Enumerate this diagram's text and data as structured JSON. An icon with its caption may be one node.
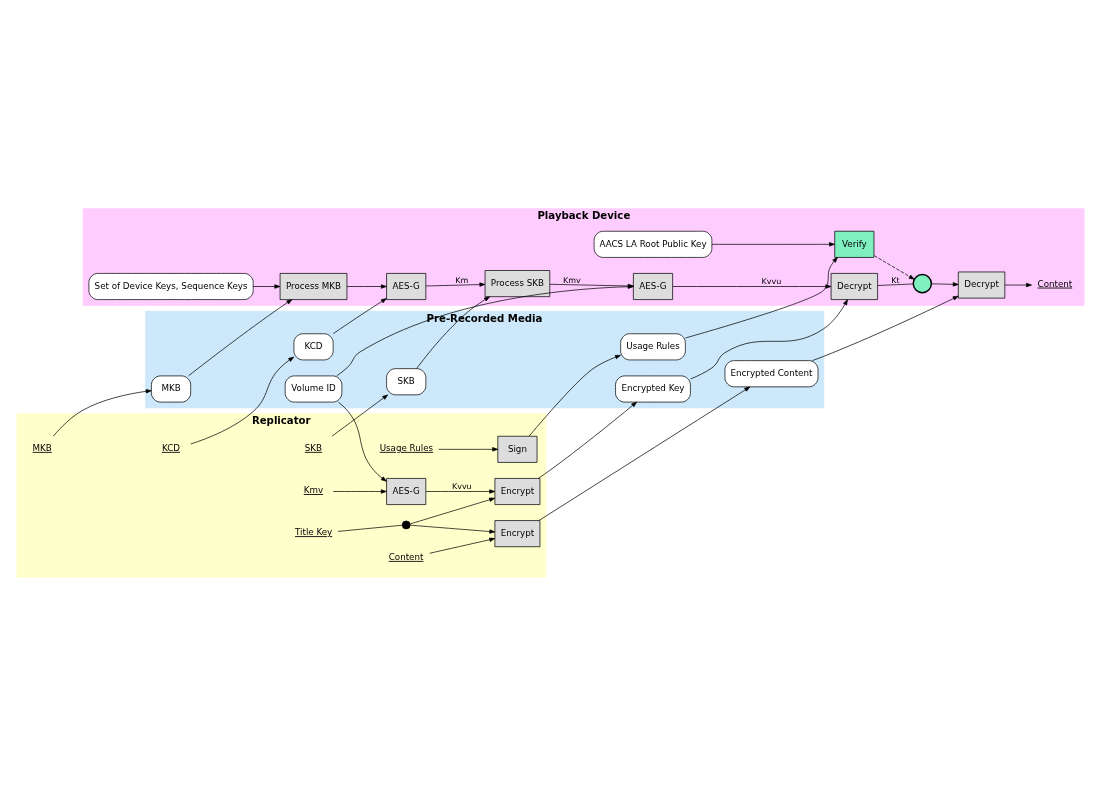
{
  "diagram": {
    "nodes": [
      {
        "text": [
          "Replicator"
        ]
      },
      {
        "text": [
          "Pre-Recorded Media"
        ]
      },
      {
        "text": [
          "Playback Device"
        ]
      },
      {
        "text": [
          "MKB"
        ],
        "in": 0
      },
      {
        "text": [
          "KCD"
        ],
        "in": 0
      },
      {
        "text": [
          "SKB"
        ],
        "in": 0
      },
      {
        "text": [
          "Kmv"
        ],
        "in": 0
      },
      {
        "text": [
          "Title Key"
        ],
        "in": 0
      },
      {
        "text": [
          "Usage Rules"
        ],
        "in": 0
      },
      {
        "text": [
          "Content"
        ],
        "in": 0
      },
      {
        "text": [
          "AES-G"
        ],
        "in": 0
      },
      {
        "text": [
          "Encrypt"
        ],
        "in": 0
      },
      {
        "text": [
          "Sign"
        ],
        "in": 0
      },
      {
        "text": [
          "Encrypt"
        ],
        "in": 0
      },
      {
        "text": [],
        "shape": "circle",
        "in": 0
      },
      {
        "text": [
          "MKB"
        ],
        "in": 1
      },
      {
        "text": [
          "KCD"
        ],
        "in": 1
      },
      {
        "text": [
          "SKB"
        ],
        "in": 1
      },
      {
        "text": [
          "Volume ID"
        ],
        "in": 1
      },
      {
        "text": [
          "Encrypted Key"
        ],
        "in": 1
      },
      {
        "text": [
          "Usage Rules"
        ],
        "in": 1
      },
      {
        "text": [
          "Encrypted Content"
        ],
        "in": 1
      },
      {
        "text": [
          "Set of Device Keys, Sequence Keys"
        ],
        "in": 2
      },
      {
        "text": [
          "Process MKB"
        ],
        "in": 2
      },
      {
        "text": [
          "AES-G"
        ],
        "in": 2
      },
      {
        "text": [
          "Process SKB"
        ],
        "in": 2
      },
      {
        "text": [
          "AES-G"
        ],
        "in": 2
      },
      {
        "text": [
          "AACS LA Root Public Key"
        ],
        "in": 2
      },
      {
        "text": [
          "Decrypt"
        ],
        "in": 2
      },
      {
        "text": [
          "Verify"
        ],
        "in": 2
      },
      {
        "text": [],
        "shape": "circle",
        "in": 2
      },
      {
        "text": [
          "Decrypt"
        ],
        "in": 2
      },
      {
        "text": [
          "Content"
        ],
        "in": 2
      }
    ],
    "edges": [
      {
        "from": 3,
        "to": 15,
        "arrow": "to"
      },
      {
        "from": 15,
        "to": 23,
        "arrow": "to"
      },
      {
        "from": 4,
        "to": 16,
        "arrow": "to"
      },
      {
        "from": 16,
        "to": 24,
        "arrow": "to"
      },
      {
        "from": 5,
        "to": 17,
        "arrow": "to"
      },
      {
        "from": 17,
        "to": 25,
        "arrow": "to"
      },
      {
        "from": 22,
        "to": 23,
        "arrow": "to"
      },
      {
        "from": 23,
        "to": 24,
        "arrow": "to"
      },
      {
        "from": 24,
        "to": 25,
        "arrow": "to",
        "label": "Km"
      },
      {
        "from": 25,
        "to": 26,
        "arrow": "to",
        "label": "Kmv"
      },
      {
        "from": 6,
        "to": 10,
        "arrow": "to"
      },
      {
        "from": 18,
        "to": 10,
        "arrow": "to"
      },
      {
        "from": 18,
        "to": 26,
        "arrow": "to"
      },
      {
        "from": 10,
        "to": 11,
        "arrow": "to",
        "label": "Kvvu"
      },
      {
        "from": 26,
        "to": 28,
        "arrow": "to",
        "label": "Kvvu"
      },
      {
        "from": 7,
        "to": 14,
        "arrow": "none"
      },
      {
        "from": 14,
        "to": 11,
        "arrow": "to"
      },
      {
        "from": 14,
        "to": 13,
        "arrow": "to"
      },
      {
        "from": 11,
        "to": 19,
        "arrow": "to"
      },
      {
        "from": 19,
        "to": 28,
        "arrow": "to"
      },
      {
        "from": 8,
        "to": 12,
        "arrow": "to"
      },
      {
        "from": 12,
        "to": 20,
        "arrow": "to"
      },
      {
        "from": 20,
        "to": 29,
        "arrow": "to"
      },
      {
        "from": 27,
        "to": 29,
        "arrow": "to"
      },
      {
        "from": 28,
        "to": 30,
        "arrow": "none",
        "label": "Kt"
      },
      {
        "from": 29,
        "to": 30,
        "arrow": "to",
        "style": "dashed"
      },
      {
        "from": 30,
        "to": 31,
        "arrow": "to"
      },
      {
        "from": 9,
        "to": 13,
        "arrow": "to"
      },
      {
        "from": 13,
        "to": 21,
        "arrow": "to"
      },
      {
        "from": 21,
        "to": 31,
        "arrow": "to"
      },
      {
        "from": 31,
        "to": 32,
        "arrow": "to"
      }
    ]
  }
}
